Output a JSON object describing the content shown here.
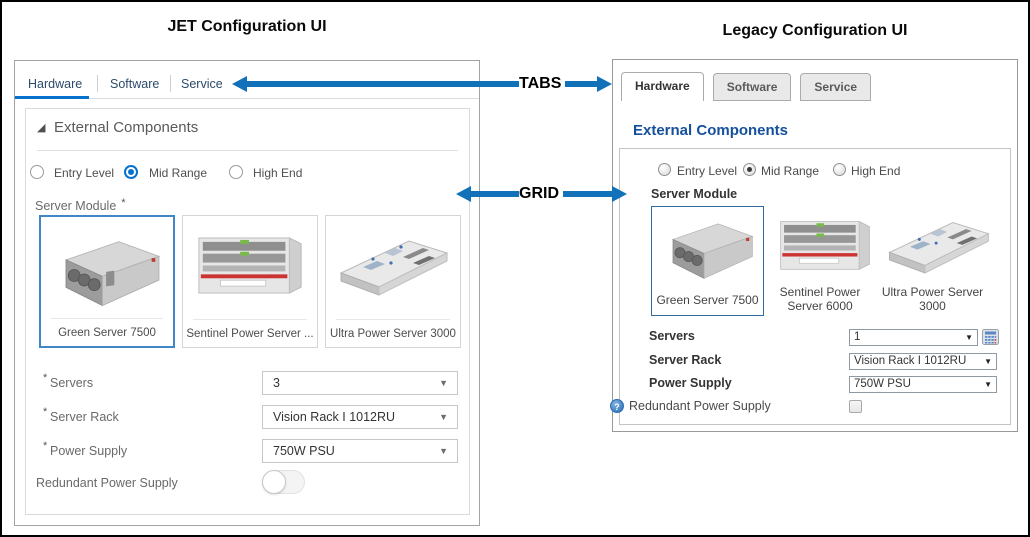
{
  "titles": {
    "jet": "JET Configuration UI",
    "legacy": "Legacy Configuration UI"
  },
  "callouts": {
    "tabs": "TABS",
    "grid": "GRID"
  },
  "icons": {
    "dropdown_caret": "▼",
    "section_collapse": "◢",
    "help": "?"
  },
  "colors": {
    "arrow": "#1272b9",
    "jet_accent": "#0572ce",
    "legacy_heading": "#15509c",
    "jet_selected_card_border": "#4187c7",
    "legacy_selected_card_border": "#336a9e"
  },
  "jet": {
    "tabs": [
      {
        "label": "Hardware",
        "active": true
      },
      {
        "label": "Software",
        "active": false
      },
      {
        "label": "Service",
        "active": false
      }
    ],
    "section_title": "External Components",
    "required_marker": "*",
    "radios": [
      {
        "label": "Entry Level",
        "selected": false
      },
      {
        "label": "Mid Range",
        "selected": true
      },
      {
        "label": "High End",
        "selected": false
      }
    ],
    "server_module_label": "Server Module",
    "cards": [
      {
        "label": "Green Server 7500",
        "selected": true
      },
      {
        "label": "Sentinel Power Server ...",
        "selected": false
      },
      {
        "label": "Ultra Power Server 3000",
        "selected": false
      }
    ],
    "fields": [
      {
        "label": "Servers",
        "value": "3"
      },
      {
        "label": "Server Rack",
        "value": "Vision Rack I 1012RU"
      },
      {
        "label": "Power Supply",
        "value": "750W PSU"
      }
    ],
    "toggle": {
      "label": "Redundant Power Supply",
      "state": "off"
    }
  },
  "legacy": {
    "tabs": [
      {
        "label": "Hardware",
        "active": true
      },
      {
        "label": "Software",
        "active": false
      },
      {
        "label": "Service",
        "active": false
      }
    ],
    "section_title": "External Components",
    "radios": [
      {
        "label": "Entry Level",
        "selected": false
      },
      {
        "label": "Mid Range",
        "selected": true
      },
      {
        "label": "High End",
        "selected": false
      }
    ],
    "server_module_label": "Server Module",
    "cards": [
      {
        "label": "Green Server 7500",
        "selected": true
      },
      {
        "label": "Sentinel Power Server 6000",
        "selected": false
      },
      {
        "label": "Ultra Power Server 3000",
        "selected": false
      }
    ],
    "fields": [
      {
        "label": "Servers",
        "value": "1"
      },
      {
        "label": "Server Rack",
        "value": "Vision Rack I 1012RU"
      },
      {
        "label": "Power Supply",
        "value": "750W PSU"
      }
    ],
    "checkbox": {
      "label": "Redundant Power Supply",
      "checked": false
    }
  }
}
